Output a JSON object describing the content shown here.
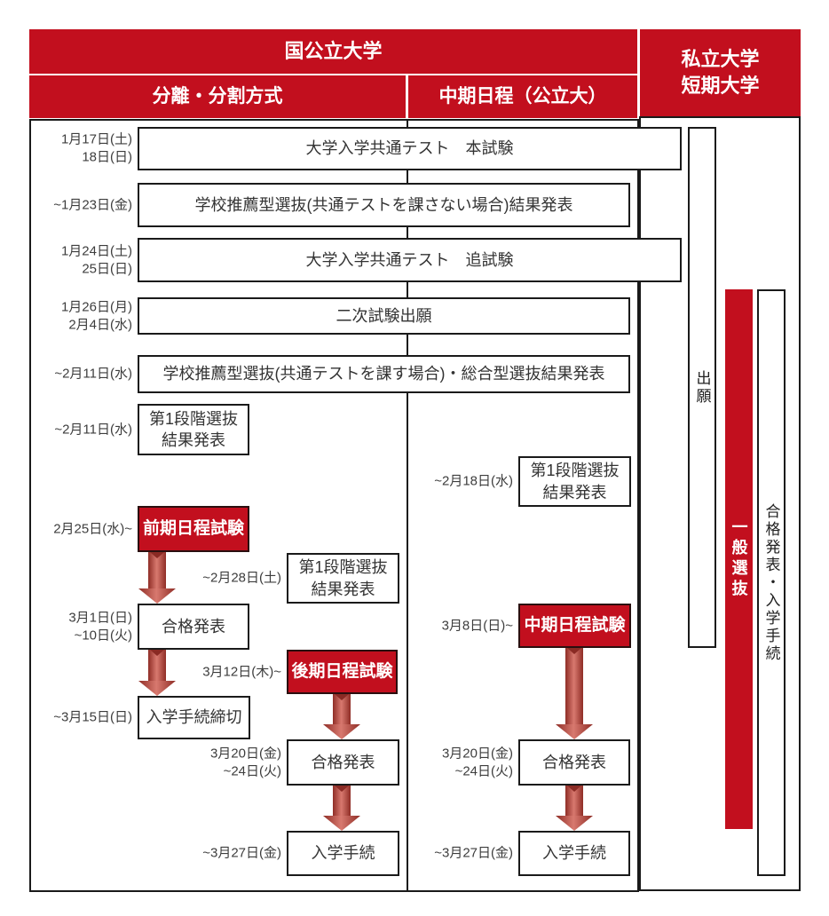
{
  "colors": {
    "red": "#c20f1e",
    "line": "#1a1a1a",
    "text": "#333333",
    "arrow_dark": "#8f2d26",
    "arrow_light": "#d8796f"
  },
  "headers": {
    "national_public": "国公立大学",
    "split_method": "分離・分割方式",
    "mid_schedule": "中期日程（公立大）",
    "private": "私立大学\n短期大学"
  },
  "events": {
    "common_test_main": {
      "date": "1月17日(土)\n18日(日)",
      "label": "大学入学共通テスト　本試験"
    },
    "suisen_no_test": {
      "date": "~1月23日(金)",
      "label": "学校推薦型選抜(共通テストを課さない場合)結果発表"
    },
    "common_test_makeup": {
      "date": "1月24日(土)\n25日(日)",
      "label": "大学入学共通テスト　追試験"
    },
    "secondary_application": {
      "date": "1月26日(月)\n2月4日(水)",
      "label": "二次試験出願"
    },
    "suisen_with_test": {
      "date": "~2月11日(水)",
      "label": "学校推薦型選抜(共通テストを課す場合)・総合型選抜結果発表"
    },
    "stage1_zenki": {
      "date": "~2月11日(水)",
      "label": "第1段階選抜\n結果発表"
    },
    "stage1_chuki": {
      "date": "~2月18日(水)",
      "label": "第1段階選抜\n結果発表"
    },
    "zenki_exam": {
      "date": "2月25日(水)~",
      "label": "前期日程試験"
    },
    "stage1_kouki": {
      "date": "~2月28日(土)",
      "label": "第1段階選抜\n結果発表"
    },
    "zenki_announce": {
      "date": "3月1日(日)\n~10日(火)",
      "label": "合格発表"
    },
    "kouki_exam": {
      "date": "3月12日(木)~",
      "label": "後期日程試験"
    },
    "enroll_deadline": {
      "date": "~3月15日(日)",
      "label": "入学手続締切"
    },
    "kouki_announce": {
      "date": "3月20日(金)\n~24日(火)",
      "label": "合格発表"
    },
    "kouki_enroll": {
      "date": "~3月27日(金)",
      "label": "入学手続"
    },
    "chuki_exam": {
      "date": "3月8日(日)~",
      "label": "中期日程試験"
    },
    "chuki_announce": {
      "date": "3月20日(金)\n~24日(火)",
      "label": "合格発表"
    },
    "chuki_enroll": {
      "date": "~3月27日(金)",
      "label": "入学手続"
    }
  },
  "right_column": {
    "application": "出願",
    "general_selection": "一般選抜",
    "announce_enroll": "合格発表・入学手続"
  }
}
